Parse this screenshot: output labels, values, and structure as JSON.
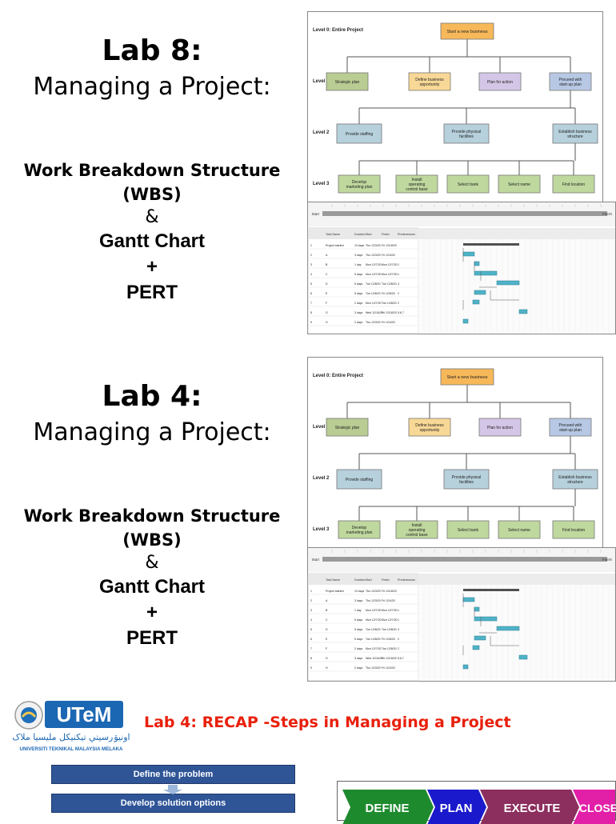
{
  "slide1": {
    "title": "Lab 8:",
    "subtitle": "Managing a Project:",
    "wbs_line1": "Work Breakdown Structure",
    "wbs_line2": "(WBS)",
    "amp": "&",
    "gantt": "Gantt Chart",
    "plus": "+",
    "pert": "PERT"
  },
  "slide2": {
    "title": "Lab 4:",
    "subtitle": "Managing a Project:",
    "wbs_line1": "Work Breakdown Structure",
    "wbs_line2": "(WBS)",
    "amp": "&",
    "gantt": "Gantt Chart",
    "plus": "+",
    "pert": "PERT"
  },
  "wbs": {
    "level0_label": "Level 0: Entire Project",
    "root": "Start a new business",
    "level1_label": "Level 1",
    "level1": [
      "Strategic plan",
      "Define business opportunity",
      "Plan for action",
      "Proceed with start-up plan"
    ],
    "level2_label": "Level 2",
    "level2": [
      "Provide staffing",
      "Provide physical facilities",
      "Establish business structure"
    ],
    "level3_label": "Level 3",
    "level3": [
      "Develop marketing plan",
      "Install operating control base",
      "Select bank",
      "Select name",
      "Find location"
    ],
    "colors": {
      "root": "#f7b85a",
      "strategic": "#b9cc93",
      "define": "#f8d896",
      "plan": "#d3c6e6",
      "proceed": "#b7c8e4",
      "level2": "#b6d0dc",
      "level3": "#bfd89e"
    }
  },
  "gantt": {
    "start_label": "Start",
    "finish_label": "Finish",
    "columns": [
      "Task Name",
      "Duration",
      "Start",
      "Finish",
      "Predecessors"
    ],
    "rows": [
      {
        "id": "1",
        "name": "Project started",
        "dur": "13 days",
        "start": "Thu 12/3/20",
        "finish": "Fri 12/18/20",
        "pred": ""
      },
      {
        "id": "2",
        "name": "A",
        "dur": "3 days",
        "start": "Thu 12/3/20",
        "finish": "Fri 12/4/20",
        "pred": ""
      },
      {
        "id": "3",
        "name": "B",
        "dur": "1 day",
        "start": "Mon 12/7/20",
        "finish": "Mon 12/7/20",
        "pred": "1"
      },
      {
        "id": "4",
        "name": "C",
        "dur": "5 days",
        "start": "Mon 12/7/20",
        "finish": "Mon 12/7/20",
        "pred": "1"
      },
      {
        "id": "5",
        "name": "D",
        "dur": "5 days",
        "start": "Tue 12/8/20",
        "finish": "Tue 12/8/20",
        "pred": "4"
      },
      {
        "id": "6",
        "name": "E",
        "dur": "5 days",
        "start": "Tue 12/8/20",
        "finish": "Fri 12/8/20",
        "pred": "2"
      },
      {
        "id": "7",
        "name": "F",
        "dur": "2 days",
        "start": "Mon 12/7/20",
        "finish": "Tue 12/8/20",
        "pred": "2"
      },
      {
        "id": "8",
        "name": "G",
        "dur": "3 days",
        "start": "Wed 12/16/20",
        "finish": "Fri 12/18/20",
        "pred": "5,6,7"
      },
      {
        "id": "9",
        "name": "H",
        "dur": "2 days",
        "start": "Thu 12/3/20",
        "finish": "Fri 12/4/20",
        "pred": ""
      }
    ]
  },
  "recap": {
    "logo_text": "UTeM",
    "logo_jawi": "اونيۏرسيتي تيکنيکل مليسيا ملاک",
    "university": "UNIVERSITI TEKNIKAL MALAYSIA MELAKA",
    "title": "Lab 4: RECAP -Steps in Managing a Project",
    "steps": [
      "Define the problem",
      "Develop solution options"
    ],
    "phases": [
      "DEFINE",
      "PLAN",
      "EXECUTE",
      "CLOSE"
    ],
    "phase_colors": [
      "#1e8a2e",
      "#1a1acc",
      "#8c2f5e",
      "#e21fa7"
    ]
  }
}
